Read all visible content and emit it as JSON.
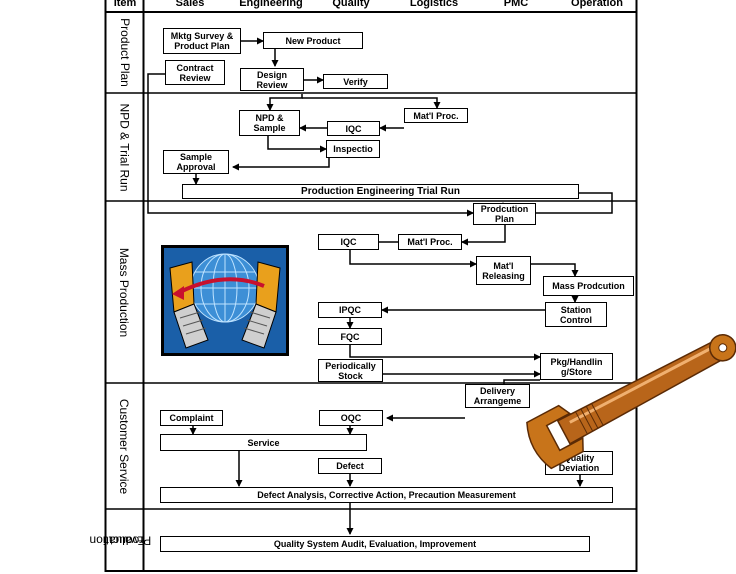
{
  "columns": {
    "item": "Item",
    "sales": "Sales",
    "engineering": "Engineering",
    "quality": "Quality",
    "logistics": "Logistics",
    "pmc": "PMC",
    "operation": "Operation"
  },
  "lanes": {
    "product_plan": "Product Plan",
    "npd_trial_run": "NPD & Trial Run",
    "mass_production": "Mass Production",
    "customer_service": "Customer Service",
    "product_evaluation_1": "Product",
    "product_evaluation_2": "Evaluation"
  },
  "boxes": {
    "mktg_survey": "Mktg Survey & Product Plan",
    "new_product": "New Product",
    "contract_review": "Contract Review",
    "design_review": "Design Review",
    "verify": "Verify",
    "matl_proc_1": "Mat'l Proc.",
    "npd_sample": "NPD & Sample",
    "iqc_1": "IQC",
    "inspection": "Inspectio",
    "sample_approval": "Sample Approval",
    "trial_run": "Production Engineering Trial Run",
    "production_plan": "Prodcution Plan",
    "iqc_2": "IQC",
    "matl_proc_2": "Mat'l Proc.",
    "matl_releasing": "Mat'l Releasing",
    "mass_production": "Mass Prodcution",
    "ipqc": "IPQC",
    "station_control": "Station Control",
    "fqc": "FQC",
    "periodically_stock": "Periodically Stock",
    "pkg_handling": "Pkg/Handlin g/Store",
    "delivery_arrangement": "Delivery Arrangeme",
    "complaint": "Complaint",
    "oqc": "OQC",
    "service": "Service",
    "defect": "Defect",
    "quality_deviation": "Quality Deviation",
    "defect_analysis": "Defect Analysis, Corrective Action, Precaution Measurement",
    "quality_audit": "Quality System Audit, Evaluation, Improvement"
  },
  "colors": {
    "line": "#000000",
    "wrench": "#c8741a",
    "clipart_bg": "#1a5fa8",
    "clipart_arrow": "#c8102e"
  }
}
